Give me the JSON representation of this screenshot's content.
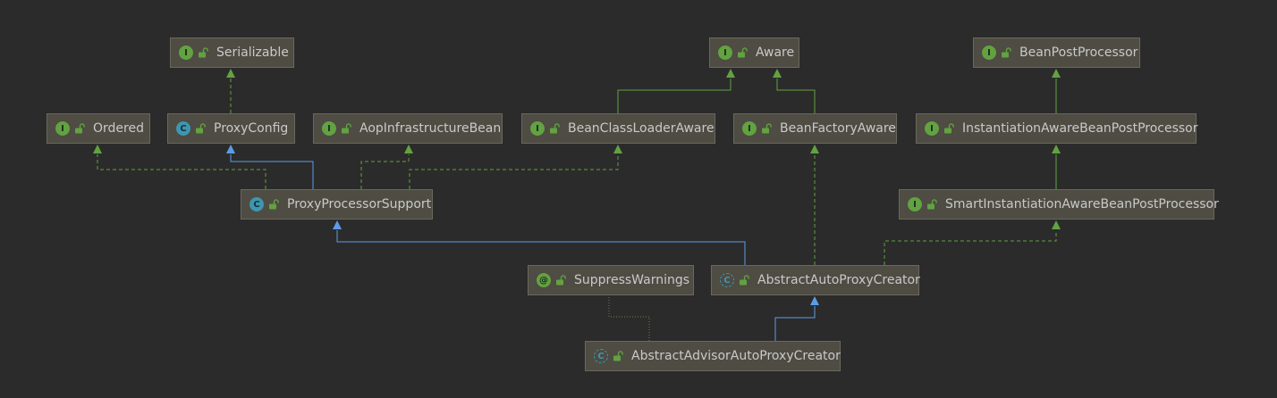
{
  "colors": {
    "background": "#2b2b2b",
    "node_fill": "#4e4c43",
    "node_border": "#6a685d",
    "interface_badge": "#62a241",
    "class_badge": "#3e96b0",
    "realization_edge": "#62a241",
    "generalization_edge": "#5c9ce6",
    "annotation_edge": "#7a7a50"
  },
  "nodes": [
    {
      "id": "serializable",
      "kind": "interface",
      "badge": "I",
      "label": "Serializable"
    },
    {
      "id": "aware",
      "kind": "interface",
      "badge": "I",
      "label": "Aware"
    },
    {
      "id": "beanpostprocessor",
      "kind": "interface",
      "badge": "I",
      "label": "BeanPostProcessor"
    },
    {
      "id": "ordered",
      "kind": "interface",
      "badge": "I",
      "label": "Ordered"
    },
    {
      "id": "proxyconfig",
      "kind": "class",
      "badge": "C",
      "label": "ProxyConfig"
    },
    {
      "id": "aopinfra",
      "kind": "interface",
      "badge": "I",
      "label": "AopInfrastructureBean"
    },
    {
      "id": "beanclassloaderaware",
      "kind": "interface",
      "badge": "I",
      "label": "BeanClassLoaderAware"
    },
    {
      "id": "beanfactoryaware",
      "kind": "interface",
      "badge": "I",
      "label": "BeanFactoryAware"
    },
    {
      "id": "iabpp",
      "kind": "interface",
      "badge": "I",
      "label": "InstantiationAwareBeanPostProcessor"
    },
    {
      "id": "proxyprocessorsupport",
      "kind": "class",
      "badge": "C",
      "label": "ProxyProcessorSupport"
    },
    {
      "id": "siabpp",
      "kind": "interface",
      "badge": "I",
      "label": "SmartInstantiationAwareBeanPostProcessor"
    },
    {
      "id": "suppresswarnings",
      "kind": "annotation",
      "badge": "@",
      "label": "SuppressWarnings"
    },
    {
      "id": "aapc",
      "kind": "abstract",
      "badge": "C",
      "label": "AbstractAutoProxyCreator"
    },
    {
      "id": "aaapc",
      "kind": "abstract",
      "badge": "C",
      "label": "AbstractAdvisorAutoProxyCreator"
    }
  ],
  "edges": [
    {
      "from": "proxyconfig",
      "to": "serializable",
      "type": "realization"
    },
    {
      "from": "beanclassloaderaware",
      "to": "aware",
      "type": "generalization-interface"
    },
    {
      "from": "beanfactoryaware",
      "to": "aware",
      "type": "generalization-interface"
    },
    {
      "from": "iabpp",
      "to": "beanpostprocessor",
      "type": "generalization-interface"
    },
    {
      "from": "siabpp",
      "to": "iabpp",
      "type": "generalization-interface"
    },
    {
      "from": "proxyprocessorsupport",
      "to": "ordered",
      "type": "realization"
    },
    {
      "from": "proxyprocessorsupport",
      "to": "proxyconfig",
      "type": "generalization"
    },
    {
      "from": "proxyprocessorsupport",
      "to": "aopinfra",
      "type": "realization"
    },
    {
      "from": "proxyprocessorsupport",
      "to": "beanclassloaderaware",
      "type": "realization"
    },
    {
      "from": "aapc",
      "to": "proxyprocessorsupport",
      "type": "generalization"
    },
    {
      "from": "aapc",
      "to": "beanfactoryaware",
      "type": "realization"
    },
    {
      "from": "aapc",
      "to": "siabpp",
      "type": "realization"
    },
    {
      "from": "aaapc",
      "to": "aapc",
      "type": "generalization"
    },
    {
      "from": "aaapc",
      "to": "suppresswarnings",
      "type": "annotation"
    }
  ]
}
